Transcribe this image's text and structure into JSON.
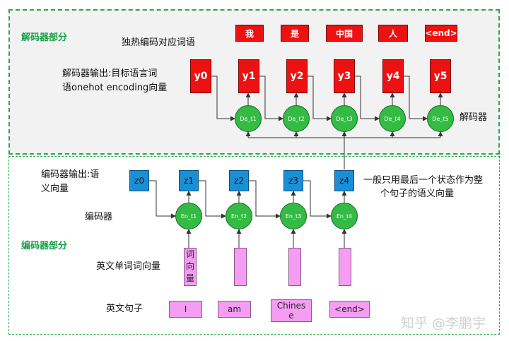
{
  "decoder": {
    "section_title": "解码器部分",
    "onehot_label": "独热编码对应词语",
    "output_label_line1": "解码器输出:目标语言词",
    "output_label_line2": "语onehot encoding向量",
    "side_label": "解码器",
    "tokens": [
      "我",
      "是",
      "中国",
      "人",
      "<end>"
    ],
    "outputs": [
      "y0",
      "y1",
      "y2",
      "y3",
      "y4",
      "y5"
    ],
    "cells": [
      "De_t1",
      "De_t2",
      "De_t3",
      "De_t4",
      "De_t5"
    ]
  },
  "encoder": {
    "section_title": "编码器部分",
    "output_label_line1": "编码器输出:语",
    "output_label_line2": "义向量",
    "side_label": "编码器",
    "outputs": [
      "z0",
      "z1",
      "z2",
      "z3",
      "z4"
    ],
    "cells": [
      "En_t1",
      "En_t2",
      "En_t3",
      "En_t4"
    ],
    "note_line1": "一般只用最后一个状态作为整",
    "note_line2": "个句子的语义向量",
    "word_vector_label": "英文单词词向量",
    "word_vector_text": "词向量",
    "sentence_label": "英文句子",
    "words": [
      "I",
      "am",
      "Chinese",
      "<end>"
    ]
  },
  "watermark": "知乎 @李鹏宇",
  "colors": {
    "frame_green": "#2aa84a",
    "title_green": "#19a04a",
    "token_red": "#ee1111",
    "vector_blue": "#1b8fd6",
    "cell_green": "#33bb44",
    "word_pink": "#f59cf3"
  }
}
